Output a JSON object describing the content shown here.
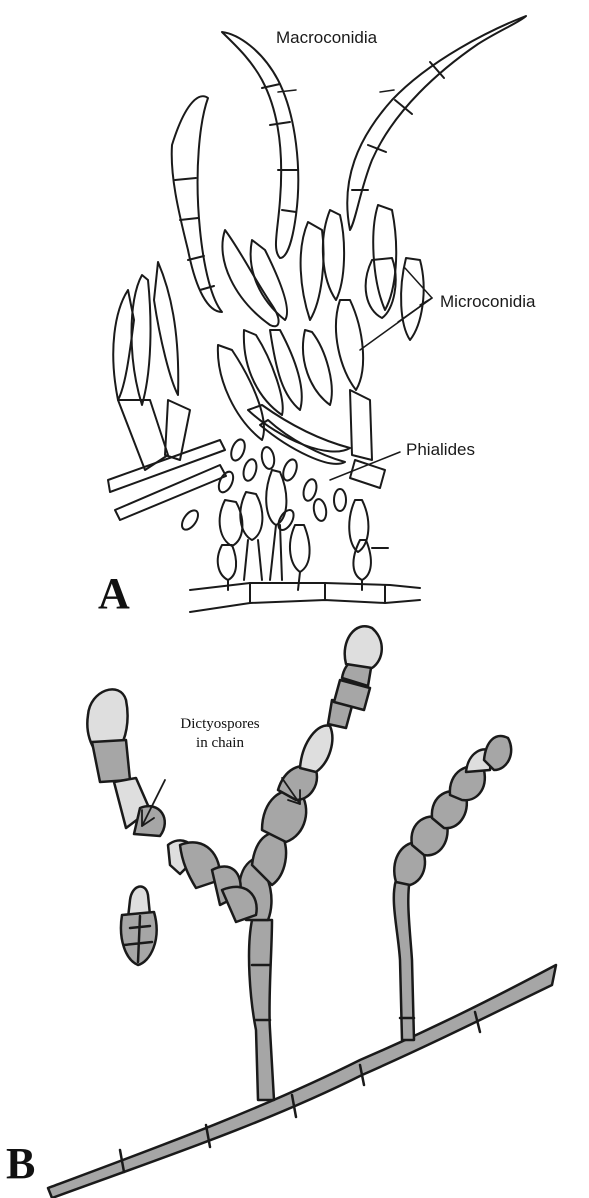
{
  "panel_a": {
    "letter": "A",
    "labels": {
      "macroconidia": "Macroconidia",
      "microconidia": "Microconidia",
      "phialides": "Phialides"
    }
  },
  "panel_b": {
    "letter": "B",
    "labels": {
      "dictyospores_line1": "Dictyospores",
      "dictyospores_line2": "in chain"
    }
  },
  "colors": {
    "ink": "#1a1a1a",
    "spore_fill": "#9a9a9a",
    "spore_fill_light": "#d8d8d8",
    "background": "#ffffff"
  }
}
